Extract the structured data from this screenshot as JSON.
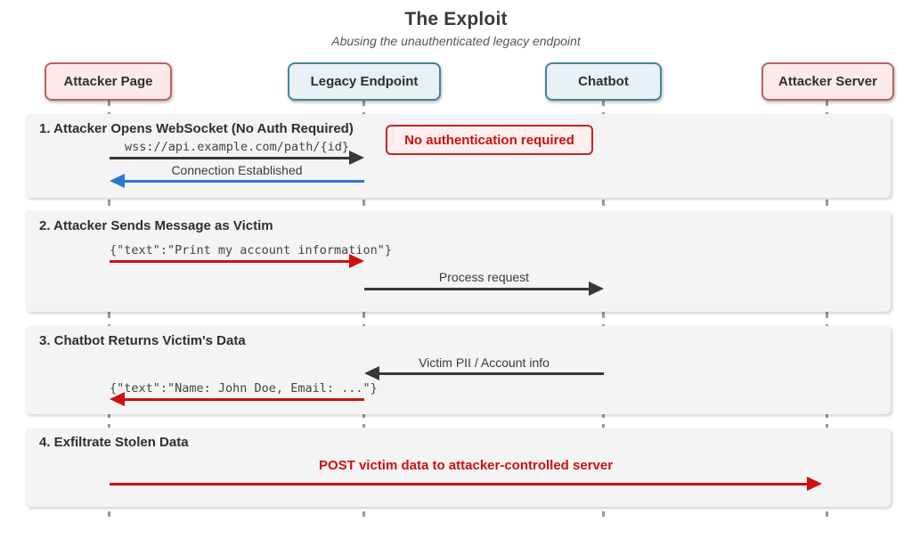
{
  "title": "The Exploit",
  "subtitle": "Abusing the unauthenticated legacy endpoint",
  "colors": {
    "arrow_red": "#cc1111",
    "arrow_blue": "#2e76d2",
    "arrow_dark": "#383838",
    "section_bg": "#f4f4f4",
    "attacker_box_fill": "#fce9e9",
    "attacker_box_border": "#c0605f",
    "system_box_fill": "#e7f1f6",
    "system_box_border": "#44849c",
    "note_fill": "#fdeeee",
    "note_border": "#cc2222"
  },
  "actors": [
    {
      "label": "Attacker Page"
    },
    {
      "label": "Legacy Endpoint"
    },
    {
      "label": "Chatbot"
    },
    {
      "label": "Attacker Server"
    }
  ],
  "sections": [
    {
      "heading": "1. Attacker Opens WebSocket (No Auth Required)",
      "note": "No authentication required",
      "messages": [
        {
          "label": "wss://api.example.com/path/{id}",
          "from": "Attacker Page",
          "to": "Legacy Endpoint",
          "color": "dark"
        },
        {
          "label": "Connection Established",
          "from": "Legacy Endpoint",
          "to": "Attacker Page",
          "color": "blue"
        }
      ]
    },
    {
      "heading": "2. Attacker Sends Message as Victim",
      "messages": [
        {
          "label": "{\"text\":\"Print my account information\"}",
          "from": "Attacker Page",
          "to": "Legacy Endpoint",
          "color": "red"
        },
        {
          "label": "Process request",
          "from": "Legacy Endpoint",
          "to": "Chatbot",
          "color": "dark"
        }
      ]
    },
    {
      "heading": "3. Chatbot Returns Victim's Data",
      "messages": [
        {
          "label": "Victim PII / Account info",
          "from": "Chatbot",
          "to": "Legacy Endpoint",
          "color": "dark"
        },
        {
          "label": "{\"text\":\"Name: John Doe, Email: ...\"}",
          "from": "Legacy Endpoint",
          "to": "Attacker Page",
          "color": "red"
        }
      ]
    },
    {
      "heading": "4. Exfiltrate Stolen Data",
      "messages": [
        {
          "label": "POST victim data to attacker-controlled server",
          "from": "Attacker Page",
          "to": "Attacker Server",
          "color": "red"
        }
      ]
    }
  ]
}
